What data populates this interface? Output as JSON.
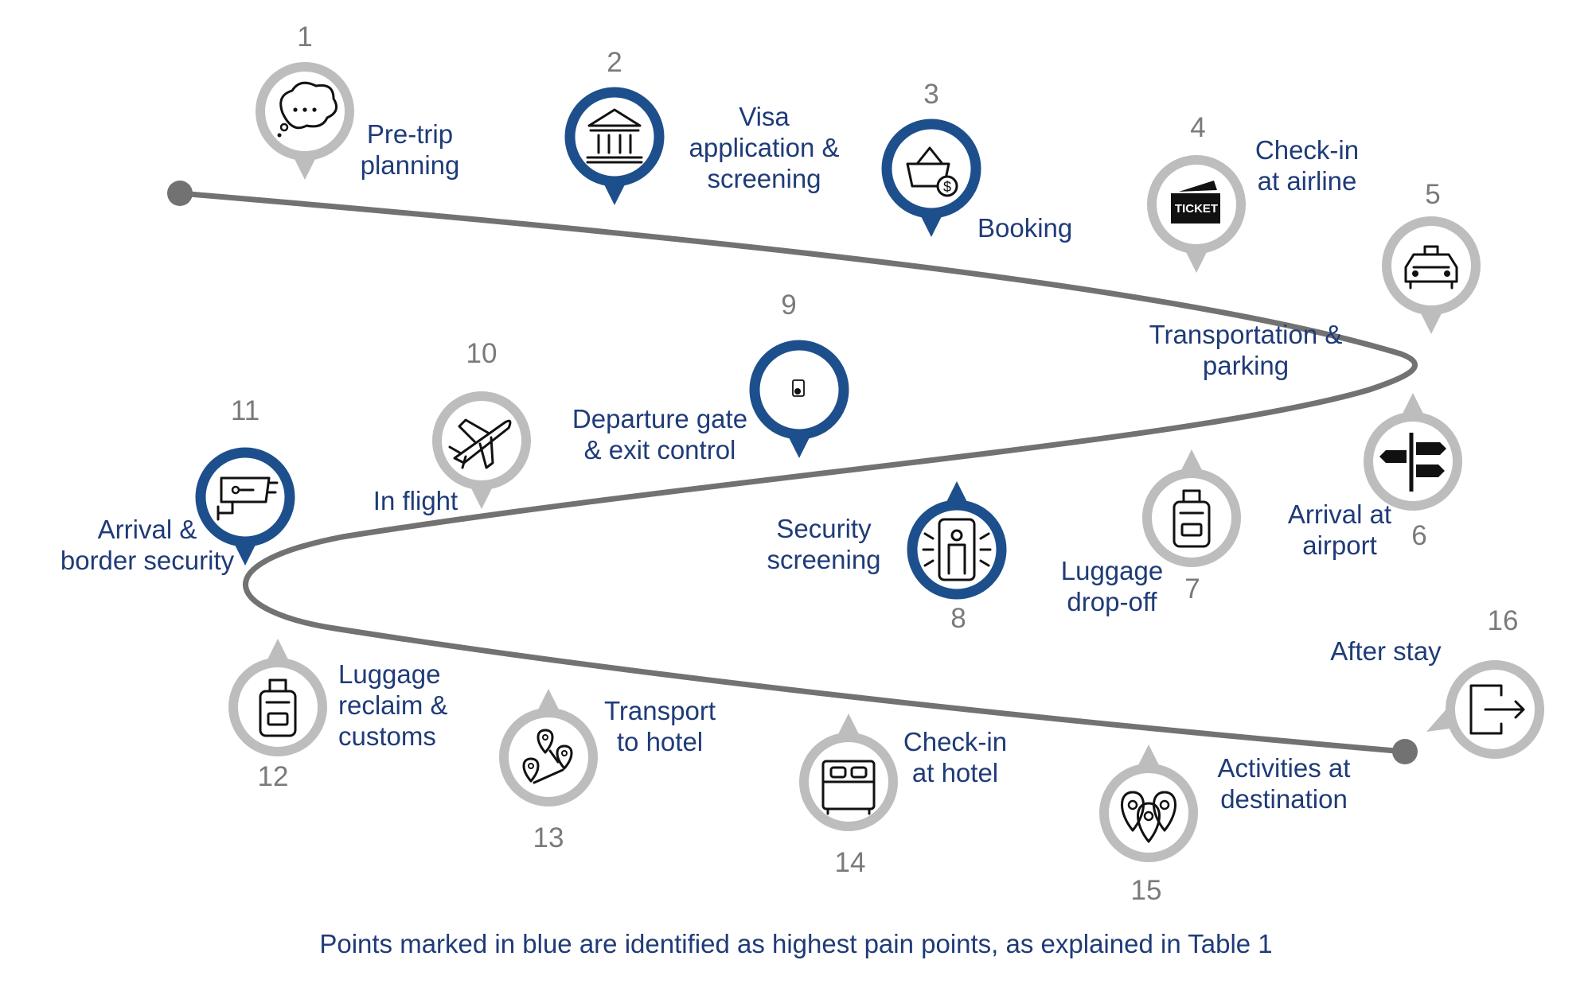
{
  "colors": {
    "pain_point": "#1d4f8c",
    "normal_point": "#bdbdbd",
    "path": "#727272",
    "label": "#1f3b78",
    "number": "#7a7a7a"
  },
  "caption": "Points marked in blue are identified as highest pain points, as explained in Table 1",
  "steps": [
    {
      "num": "1",
      "label": [
        "Pre-trip",
        "planning"
      ],
      "icon": "thought-bubble-icon",
      "pain": false
    },
    {
      "num": "2",
      "label": [
        "Visa",
        "application &",
        "screening"
      ],
      "icon": "government-building-icon",
      "pain": true
    },
    {
      "num": "3",
      "label": [
        "Booking"
      ],
      "icon": "shopping-basket-icon",
      "pain": true
    },
    {
      "num": "4",
      "label": [
        "Check-in",
        "at airline"
      ],
      "icon": "ticket-icon",
      "pain": false
    },
    {
      "num": "5",
      "label": [
        "Transportation &",
        "parking"
      ],
      "icon": "taxi-icon",
      "pain": false
    },
    {
      "num": "6",
      "label": [
        "Arrival at",
        "airport"
      ],
      "icon": "signpost-icon",
      "pain": false
    },
    {
      "num": "7",
      "label": [
        "Luggage",
        "drop-off"
      ],
      "icon": "suitcase-icon",
      "pain": false
    },
    {
      "num": "8",
      "label": [
        "Security",
        "screening"
      ],
      "icon": "body-scanner-icon",
      "pain": true
    },
    {
      "num": "9",
      "label": [
        "Departure gate",
        "& exit control"
      ],
      "icon": "passport-icon",
      "pain": true
    },
    {
      "num": "10",
      "label": [
        "In flight"
      ],
      "icon": "airplane-icon",
      "pain": false
    },
    {
      "num": "11",
      "label": [
        "Arrival  &",
        "border security"
      ],
      "icon": "security-camera-icon",
      "pain": true
    },
    {
      "num": "12",
      "label": [
        "Luggage",
        "reclaim &",
        "customs"
      ],
      "icon": "suitcase-icon",
      "pain": false
    },
    {
      "num": "13",
      "label": [
        "Transport",
        "to hotel"
      ],
      "icon": "map-route-icon",
      "pain": false
    },
    {
      "num": "14",
      "label": [
        "Check-in",
        "at hotel"
      ],
      "icon": "hotel-bed-icon",
      "pain": false
    },
    {
      "num": "15",
      "label": [
        "Activities at",
        "destination"
      ],
      "icon": "location-pins-icon",
      "pain": false
    },
    {
      "num": "16",
      "label": [
        "After stay"
      ],
      "icon": "exit-icon",
      "pain": false
    }
  ]
}
